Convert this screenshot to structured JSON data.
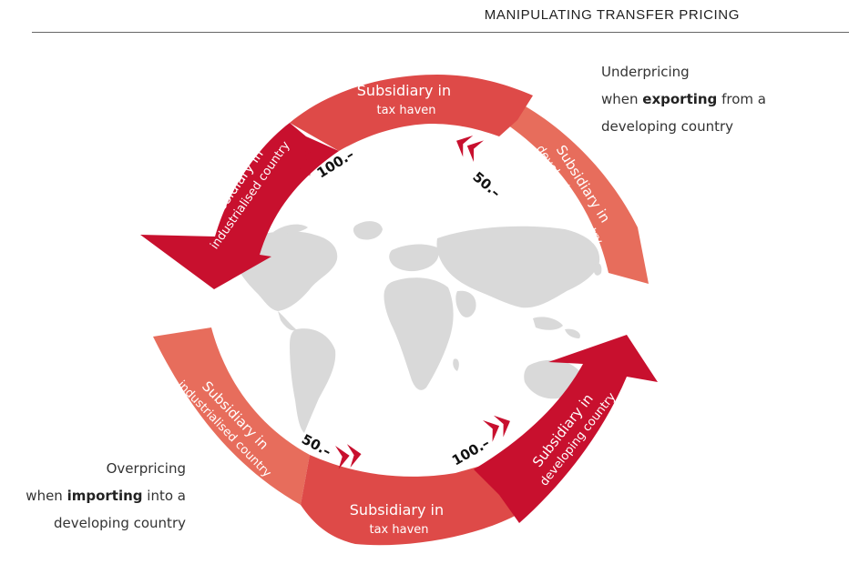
{
  "header": {
    "title": "MANIPULATING TRANSFER PRICING"
  },
  "captions": {
    "top": {
      "line1": "Underpricing",
      "prefix": "when ",
      "bold": "exporting",
      "suffix": " from a",
      "line3": "developing country"
    },
    "bottom": {
      "line1": "Overpricing",
      "prefix": "when ",
      "bold": "importing",
      "suffix": " into a",
      "line3": "developing country"
    }
  },
  "cycle_top": {
    "tax_haven": {
      "line1": "Subsidiary in",
      "line2": "tax haven"
    },
    "developing": {
      "line1": "Subsidiary in",
      "line2": "developing country"
    },
    "industrialised": {
      "line1": "Subsidiary in",
      "line2": "industrialised country"
    },
    "amount_left": "100.–",
    "amount_right": "50.–"
  },
  "cycle_bottom": {
    "industrialised": {
      "line1": "Subsidiary in",
      "line2": "industrialised country"
    },
    "tax_haven": {
      "line1": "Subsidiary in",
      "line2": "tax haven"
    },
    "developing": {
      "line1": "Subsidiary in",
      "line2": "developing country"
    },
    "amount_left": "50.–",
    "amount_right": "100.–"
  },
  "colors": {
    "dark_red": "#c8102e",
    "mid_red": "#de4a48",
    "light_red": "#e76d5c",
    "map_gray": "#d9d9d9"
  },
  "icons": {
    "chevron": "double-chevron-icon",
    "map": "world-map-icon"
  }
}
